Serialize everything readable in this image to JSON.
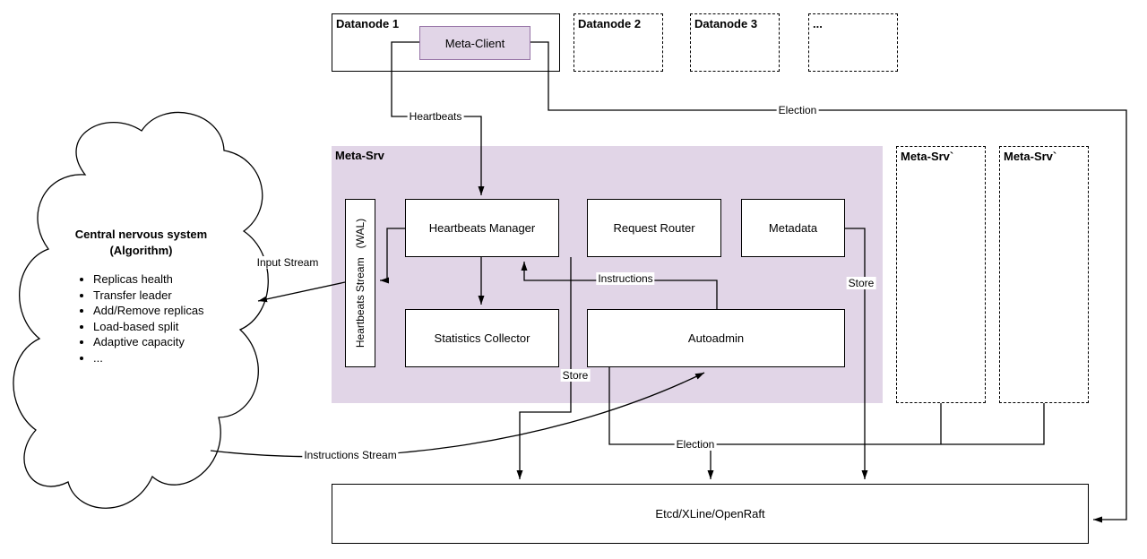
{
  "datanodes": {
    "node1": {
      "label": "Datanode 1",
      "meta_client": "Meta-Client"
    },
    "node2": {
      "label": "Datanode 2"
    },
    "node3": {
      "label": "Datanode 3"
    },
    "more": {
      "label": "..."
    }
  },
  "meta_srv": {
    "title": "Meta-Srv",
    "wal_label": "Heartbeats Stream   (WAL)",
    "heartbeats_manager": "Heartbeats Manager",
    "request_router": "Request Router",
    "metadata": "Metadata",
    "statistics_collector": "Statistics Collector",
    "autoadmin": "Autoadmin"
  },
  "meta_srv_standby_1": {
    "title": "Meta-Srv`"
  },
  "meta_srv_standby_2": {
    "title": "Meta-Srv`"
  },
  "cloud": {
    "title_line1": "Central nervous system",
    "title_line2": "(Algorithm)",
    "items": [
      "Replicas health",
      "Transfer leader",
      "Add/Remove replicas",
      "Load-based split",
      "Adaptive capacity",
      "..."
    ]
  },
  "storage": {
    "label": "Etcd/XLine/OpenRaft"
  },
  "edges": {
    "heartbeats": "Heartbeats",
    "election_top": "Election",
    "input_stream": "Input Stream",
    "instructions": "Instructions",
    "store_left": "Store",
    "store_right": "Store",
    "election_bottom": "Election",
    "instructions_stream": "Instructions Stream"
  },
  "colors": {
    "purple_fill": "#e1d5e7",
    "purple_stroke": "#9673a6"
  }
}
